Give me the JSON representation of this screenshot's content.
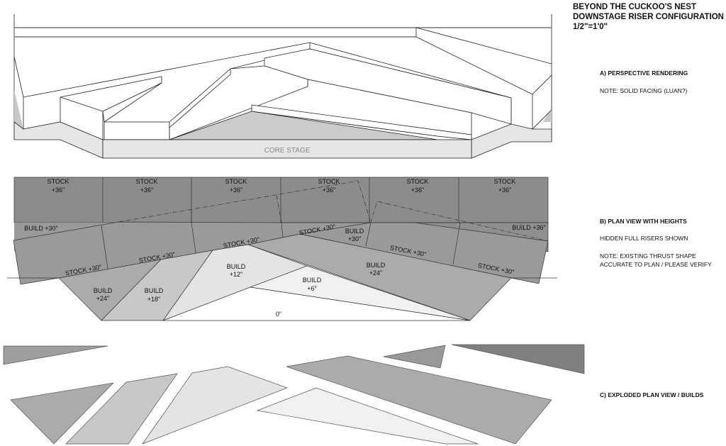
{
  "title": {
    "line1": "BEYOND THE CUCKOO'S NEST",
    "line2": "DOWNSTAGE RISER CONFIGURATION",
    "scale": "1/2\"=1'0\""
  },
  "sections": {
    "a": {
      "heading": "A) PERSPECTIVE RENDERING",
      "note": "NOTE: SOLID FACING (LUAN?)",
      "core_stage": "CORE STAGE"
    },
    "b": {
      "heading": "B) PLAN VIEW WITH HEIGHTS",
      "note1": "HIDDEN FULL RISERS SHOWN",
      "note2_line1": "NOTE: EXISTING THRUST SHAPE",
      "note2_line2": "ACCURATE TO PLAN / PLEASE VERIFY"
    },
    "c": {
      "heading": "C) EXPLODED PLAN VIEW / BUILDS"
    }
  },
  "plan": {
    "stock36": [
      {
        "l1": "STOCK",
        "l2": "+36\""
      },
      {
        "l1": "STOCK",
        "l2": "+36\""
      },
      {
        "l1": "STOCK",
        "l2": "+36\""
      },
      {
        "l1": "STOCK",
        "l2": "+36\""
      },
      {
        "l1": "STOCK",
        "l2": "+36\""
      },
      {
        "l1": "STOCK",
        "l2": "+36\""
      }
    ],
    "build30_left": "BUILD +30\"",
    "build36_right": "BUILD +36\"",
    "stock30": [
      "STOCK +30\"",
      "STOCK +30\"",
      "STOCK +30\"",
      "STOCK +30\"",
      "STOCK +30\"",
      "STOCK +30\""
    ],
    "build30_mid": {
      "l1": "BUILD",
      "l2": "+30\""
    },
    "build24_left": {
      "l1": "BUILD",
      "l2": "+24\""
    },
    "build18": {
      "l1": "BUILD",
      "l2": "+18\""
    },
    "build12": {
      "l1": "BUILD",
      "l2": "+12\""
    },
    "build6": {
      "l1": "BUILD",
      "l2": "+6\""
    },
    "build24_right": {
      "l1": "BUILD",
      "l2": "+24\""
    },
    "zero": "0\""
  },
  "colors": {
    "stock36": "#8c8c8c",
    "stock30": "#9a9a9a",
    "build24": "#ababab",
    "build18": "#c8c8c8",
    "build12": "#e4e4e4",
    "build6": "#f1f1f1"
  }
}
